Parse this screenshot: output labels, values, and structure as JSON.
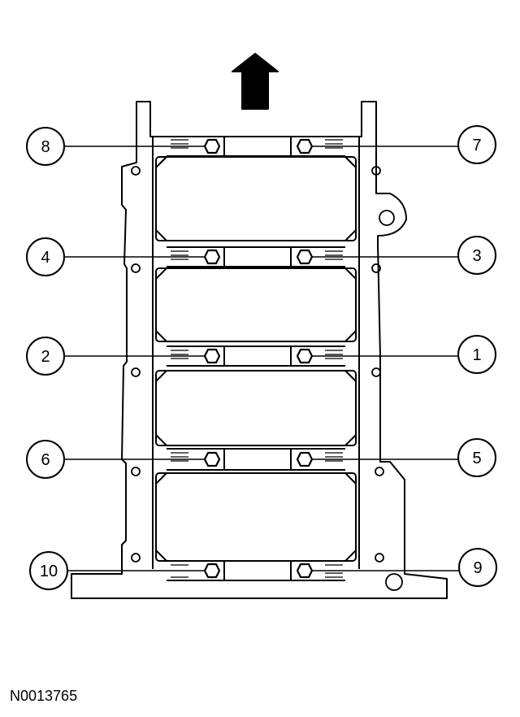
{
  "figure_id": "N0013765",
  "arrow_icon": "up-arrow-icon",
  "colors": {
    "line": "#000000",
    "background": "#ffffff"
  },
  "callouts": [
    {
      "key": "8",
      "label": "8"
    },
    {
      "key": "7",
      "label": "7"
    },
    {
      "key": "4",
      "label": "4"
    },
    {
      "key": "3",
      "label": "3"
    },
    {
      "key": "2",
      "label": "2"
    },
    {
      "key": "1",
      "label": "1"
    },
    {
      "key": "6",
      "label": "6"
    },
    {
      "key": "5",
      "label": "5"
    },
    {
      "key": "10",
      "label": "10"
    },
    {
      "key": "9",
      "label": "9"
    }
  ]
}
